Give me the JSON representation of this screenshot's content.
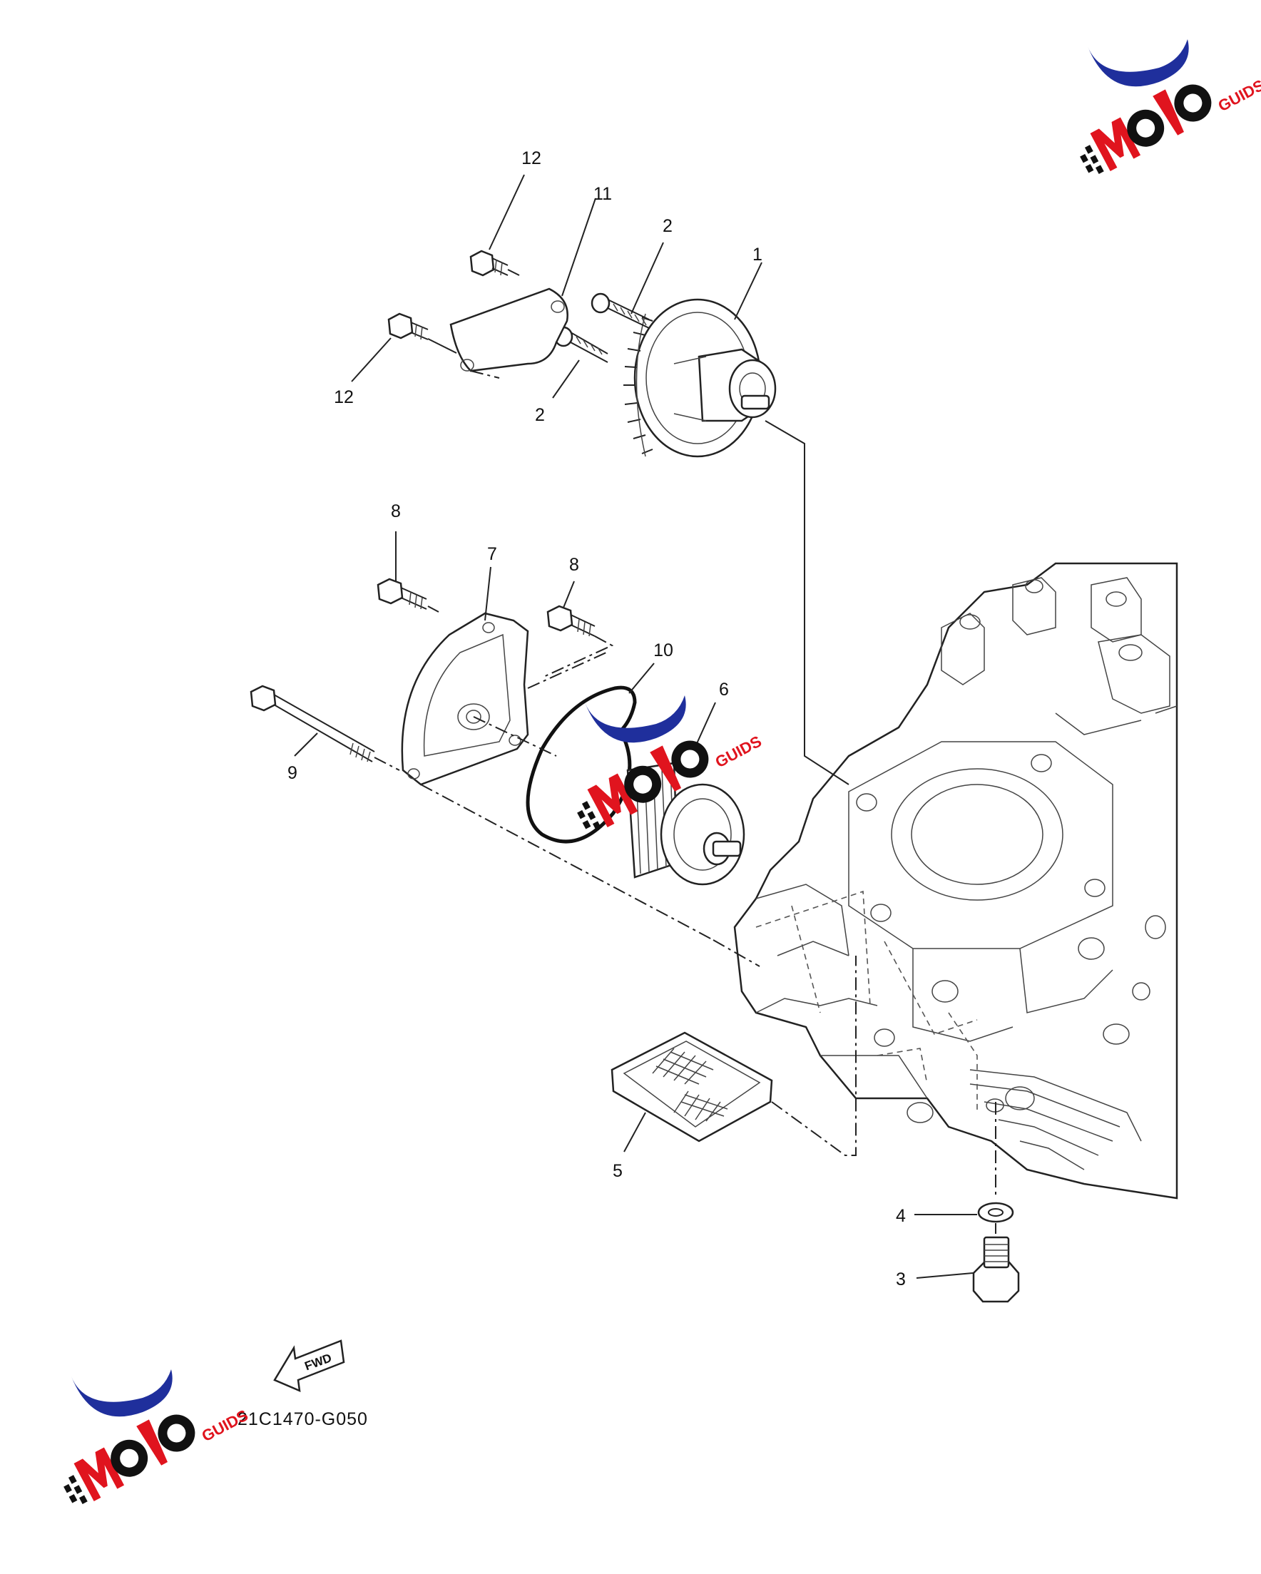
{
  "diagram": {
    "callouts": [
      "1",
      "2",
      "2",
      "3",
      "4",
      "5",
      "6",
      "7",
      "8",
      "8",
      "9",
      "10",
      "11",
      "12",
      "12"
    ],
    "arrow_label": "FWD",
    "drawing_code": "21C1470-G050"
  },
  "watermark": {
    "text": "MOTO GUIDS",
    "colors": {
      "blue": "#1f2f9c",
      "red": "#e0141e",
      "black": "#111111"
    }
  },
  "icons": [
    "gear-icon",
    "fwd-arrow-icon",
    "moto-guids-logo"
  ]
}
